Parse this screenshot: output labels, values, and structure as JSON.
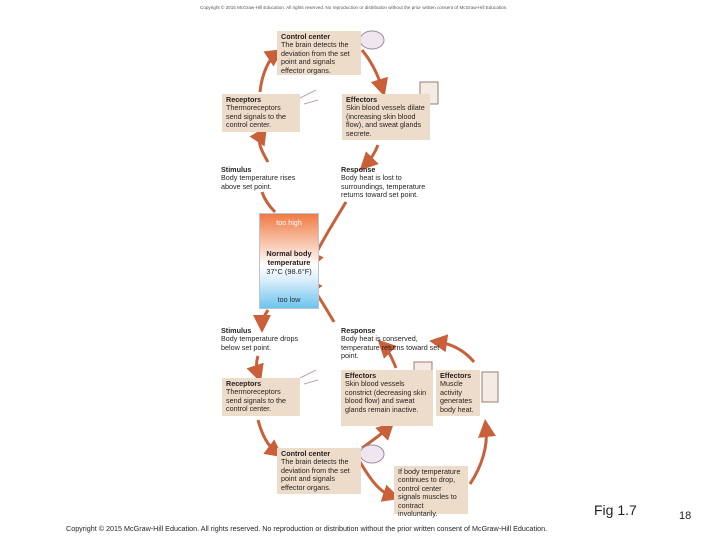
{
  "top_copyright": "Copyright © 2015 McGraw-Hill Education. All rights reserved. No reproduction or distribution without the prior written consent of McGraw-Hill Education.",
  "upper": {
    "control_center": {
      "title": "Control center",
      "text": "The brain detects the deviation from the set point and signals effector organs."
    },
    "receptors": {
      "title": "Receptors",
      "text": "Thermoreceptors send signals to the control center."
    },
    "effectors": {
      "title": "Effectors",
      "text": "Skin blood vessels dilate (increasing skin blood flow), and sweat glands secrete."
    },
    "stimulus": {
      "title": "Stimulus",
      "text": "Body temperature rises above set point."
    },
    "response": {
      "title": "Response",
      "text": "Body heat is lost to surroundings, temperature returns toward set point."
    }
  },
  "thermometer": {
    "too_high": "too high",
    "center_title": "Normal body temperature",
    "center_value": "37°C (98.6°F)",
    "too_low": "too low"
  },
  "lower": {
    "stimulus": {
      "title": "Stimulus",
      "text": "Body temperature drops below set point."
    },
    "response": {
      "title": "Response",
      "text": "Body heat is conserved, temperature returns toward set point."
    },
    "receptors": {
      "title": "Receptors",
      "text": "Thermoreceptors send signals to the control center."
    },
    "effectors_vessels": {
      "title": "Effectors",
      "text": "Skin blood vessels constrict (decreasing skin blood flow) and sweat glands remain inactive."
    },
    "effectors_muscle": {
      "title": "Effectors",
      "text": "Muscle activity generates body heat."
    },
    "control_center": {
      "title": "Control center",
      "text": "The brain detects the deviation from the set point and signals effector organs."
    },
    "shivering_note": "If body temperature continues to drop, control center signals muscles to contract involuntarily."
  },
  "figure_label": "Fig 1.7",
  "page_number": "18",
  "copyright": "Copyright © 2015 McGraw-Hill Education. All rights reserved. No reproduction or distribution without the prior written consent of McGraw-Hill Education.",
  "colors": {
    "box": "#eddcc9",
    "arrow": "#c9603a",
    "hot": "#ee7a45",
    "cold": "#6cc4ee"
  }
}
